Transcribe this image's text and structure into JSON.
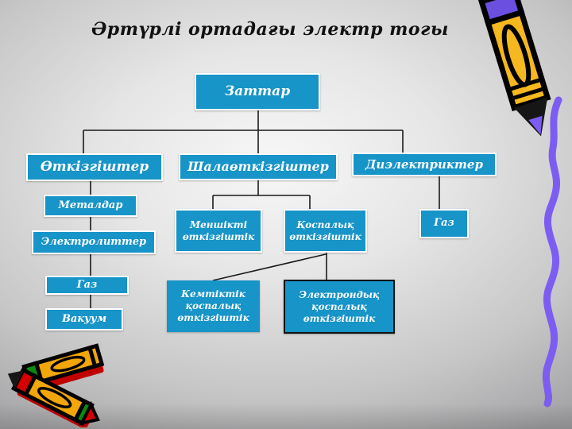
{
  "slide": {
    "title": "Әртүрлі ортадағы электр тогы"
  },
  "diagram": {
    "root": "Заттар",
    "branches": [
      "Өткізгіштер",
      "Шалаөткізгіштер",
      "Диэлектриктер"
    ],
    "conductor_types": [
      "Металдар",
      "Электролиттер",
      "Газ",
      "Вакуум"
    ],
    "semiconductor_types": [
      "Меншікті өткізгіштік",
      "Қоспалық өткізгіштік"
    ],
    "impurity_types": [
      "Кемтіктік қоспалық өткізгіштік",
      "Электрондық қоспалық өткізгіштік"
    ],
    "dielectric_types": [
      "Газ"
    ]
  },
  "colors": {
    "node_fill": "#1794c8",
    "node_text": "#ffffff",
    "title_text": "#111111",
    "connector": "#1a1a1a",
    "squiggle": "#7d5cf2",
    "crayon_yellow": "#f2a60a",
    "crayon_red": "#d40000",
    "crayon_green": "#0b8a12",
    "pencil_purple": "#6a4fe0"
  },
  "decorations": [
    "pencil-clipart",
    "purple-squiggle",
    "crayons-clipart"
  ]
}
